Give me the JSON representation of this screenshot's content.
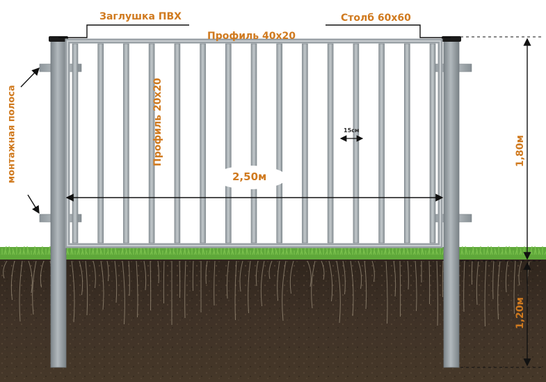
{
  "labels": {
    "cap": "Заглушка ПВХ",
    "post": "Столб 60х60",
    "top_profile": "Профиль 40х20",
    "vertical_profile": "Профиль 20х20",
    "mounting_strip": "монтажная полоса",
    "gap": "15см",
    "width": "2,50м",
    "height_above": "1,80м",
    "height_below": "1,20м"
  },
  "colors": {
    "label": "#d07a1f",
    "frame": "#9aa1a6",
    "post": "#8f979c",
    "grass": "#5fa83a",
    "soil": "#3a2e24",
    "line": "#111111"
  },
  "fence": {
    "pickets_count": 15
  }
}
